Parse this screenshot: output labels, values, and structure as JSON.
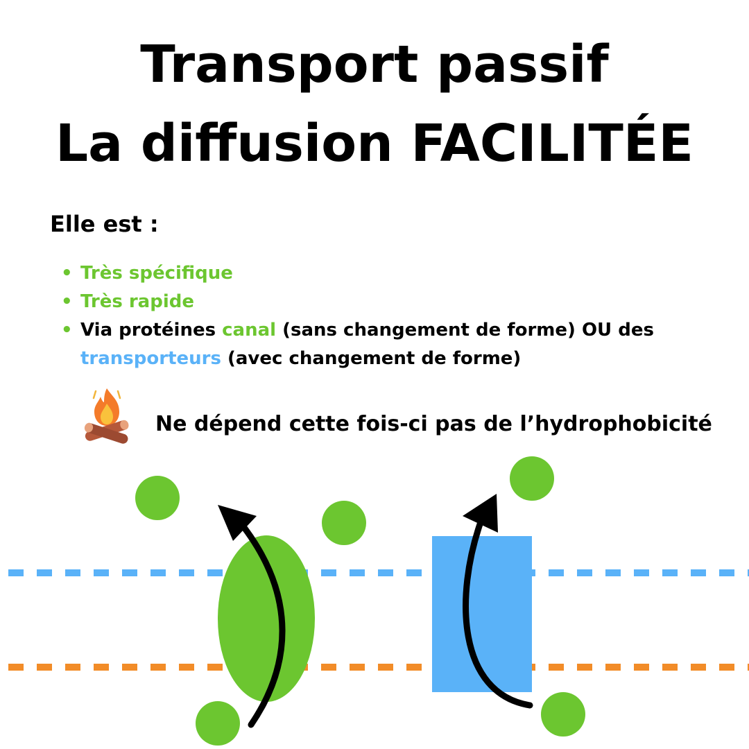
{
  "title": {
    "line1": "Transport passif",
    "line2": "La diffusion FACILITÉE"
  },
  "subtitle": "Elle est :",
  "bullets": {
    "item1": "Très spécifique",
    "item2": "Très rapide",
    "item3": {
      "part1": "Via protéines ",
      "canal": "canal",
      "part2": " (sans changement de forme) OU des ",
      "transporteurs": "transporteurs",
      "part3": " (avec changement de forme)"
    }
  },
  "note": {
    "icon": "campfire-icon",
    "text": "Ne dépend cette fois-ci pas de l’hydrophobicité"
  },
  "colors": {
    "green": "#6cc630",
    "blue": "#5ab2f8",
    "orange": "#f28c28",
    "black": "#000000"
  }
}
